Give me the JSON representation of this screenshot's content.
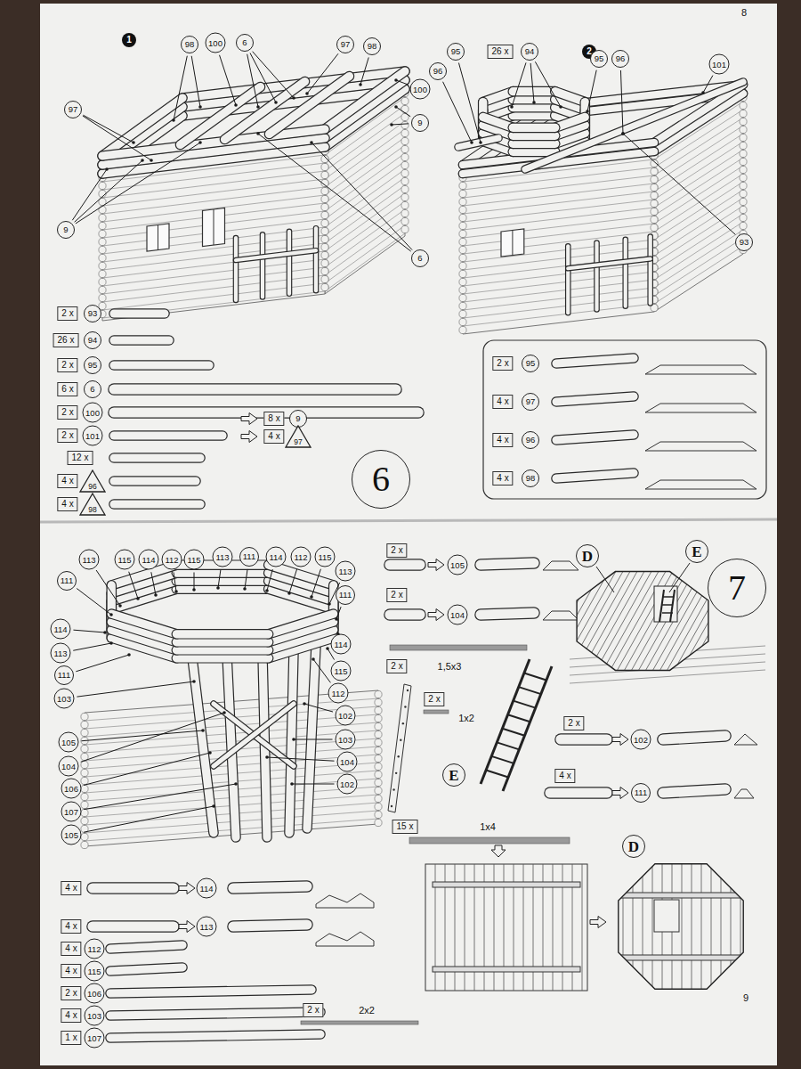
{
  "diagram": {
    "nodes": [
      {
        "text": [
          "6"
        ]
      },
      {
        "text": [
          "7"
        ]
      }
    ],
    "labels": [
      "1",
      "98",
      "100",
      "6",
      "97",
      "98",
      "100",
      "97",
      "9",
      "9",
      "6",
      "2",
      "8",
      "95",
      "26 x",
      "94",
      "95",
      "96",
      "96",
      "101",
      "93",
      "2 x",
      "93",
      "26 x",
      "94",
      "2 x",
      "95",
      "6 x",
      "6",
      "2 x",
      "100",
      "2 x",
      "101",
      "8 x",
      "9",
      "4 x",
      "97",
      "12 x",
      "4 x",
      "96",
      "4 x",
      "98",
      "2 x",
      "95",
      "4 x",
      "97",
      "4 x",
      "96",
      "4 x",
      "98",
      "113",
      "115",
      "114",
      "112",
      "115",
      "113",
      "111",
      "114",
      "112",
      "115",
      "113",
      "111",
      "111",
      "114",
      "114",
      "113",
      "115",
      "111",
      "112",
      "103",
      "102",
      "105",
      "103",
      "104",
      "104",
      "106",
      "102",
      "107",
      "105",
      "4 x",
      "114",
      "4 x",
      "113",
      "4 x",
      "112",
      "4 x",
      "115",
      "2 x",
      "106",
      "4 x",
      "103",
      "1 x",
      "107",
      "2 x",
      "105",
      "2 x",
      "104",
      "2 x",
      "1,5x3",
      "2 x",
      "1x2",
      "E",
      "15 x",
      "1x4",
      "2 x",
      "2x2",
      "D",
      "E",
      "2 x",
      "102",
      "4 x",
      "111",
      "D",
      "9"
    ]
  }
}
